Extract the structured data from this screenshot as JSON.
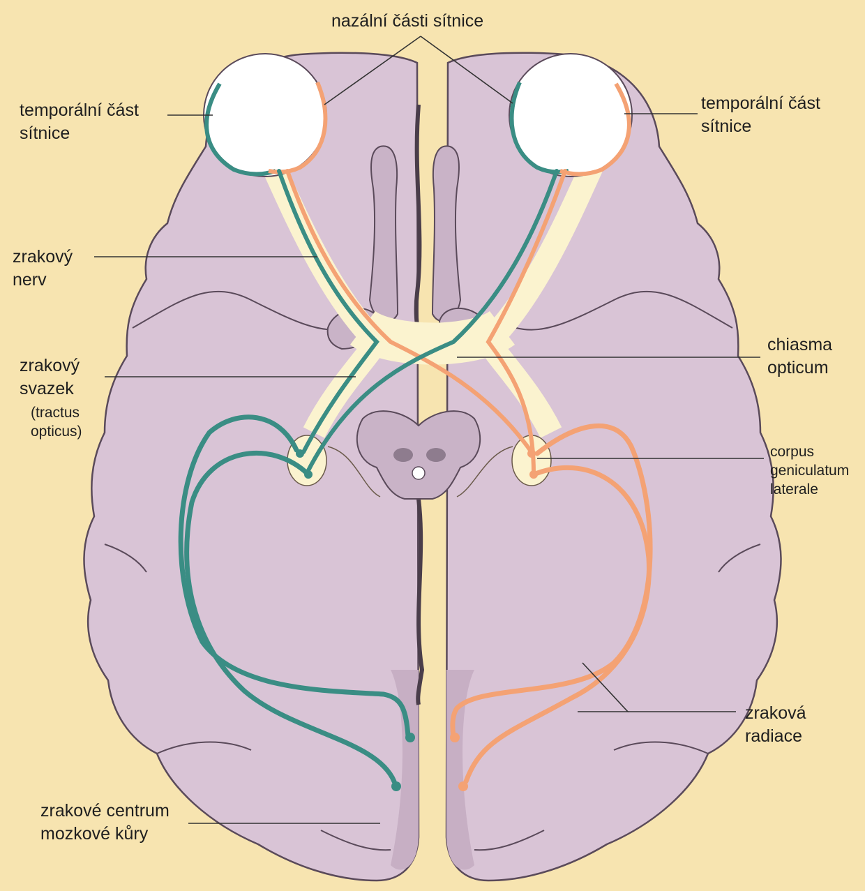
{
  "labels": {
    "nasal_retina": "nazální části sítnice",
    "temporal_left": [
      "temporální část",
      "sítnice"
    ],
    "temporal_right": [
      "temporální část",
      "sítnice"
    ],
    "optic_nerve": [
      "zrakový",
      "nerv"
    ],
    "optic_tract": [
      "zrakový",
      "svazek",
      "(tractus",
      "opticus)"
    ],
    "chiasm": [
      "chiasma",
      "opticum"
    ],
    "lgn": [
      "corpus",
      "geniculatum",
      "laterale"
    ],
    "radiation": [
      "zraková",
      "radiace"
    ],
    "visual_cortex": [
      "zrakové centrum",
      "mozkové kůry"
    ]
  },
  "colors": {
    "background": "#f7e4b0",
    "brain": "#d9c4d6",
    "brain_outline": "#5a4a5a",
    "teal_pathway": "#3a8d84",
    "orange_pathway": "#f4a274",
    "pathway_sheath": "#fbf3cf",
    "eye": "#ffffff"
  }
}
